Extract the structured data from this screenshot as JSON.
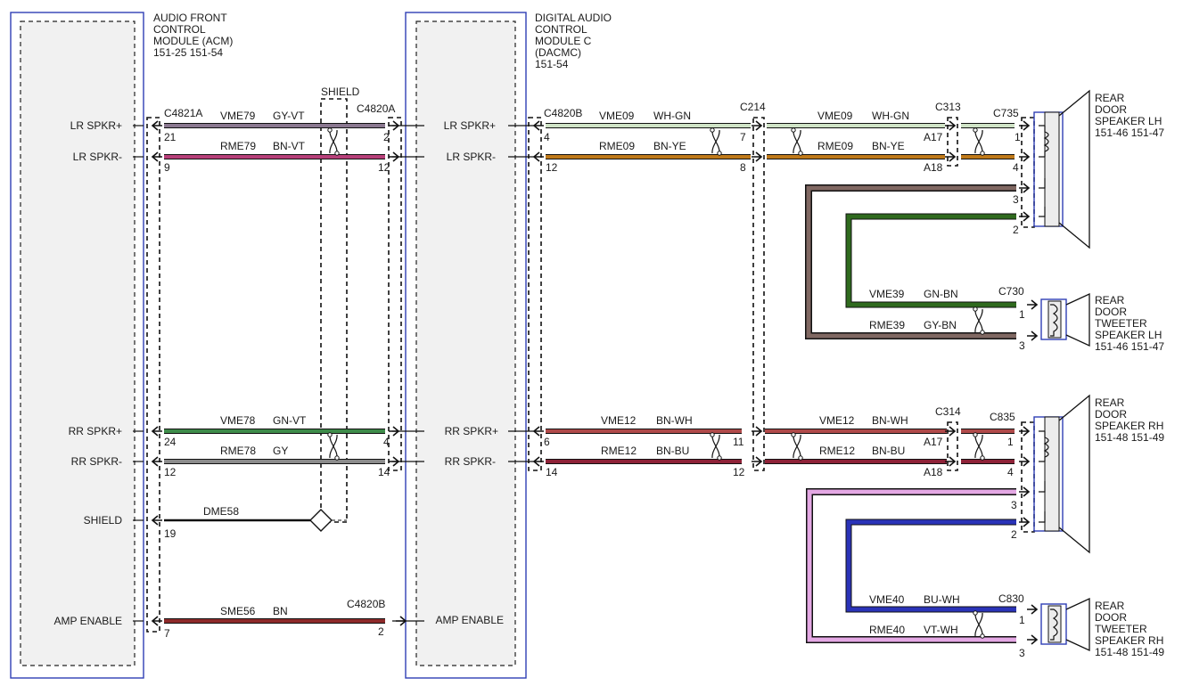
{
  "modules": {
    "acm": {
      "name_lines": [
        "AUDIO FRONT",
        "CONTROL",
        "MODULE (ACM)"
      ],
      "refs": "151-25  151-54"
    },
    "dacmc": {
      "name_lines": [
        "DIGITAL AUDIO",
        "CONTROL",
        "MODULE C",
        "(DACMC)"
      ],
      "refs": "151-54"
    }
  },
  "pins": {
    "acm": [
      "LR SPKR+",
      "LR SPKR-",
      "RR SPKR+",
      "RR SPKR-",
      "SHIELD",
      "AMP ENABLE"
    ],
    "dacmc": [
      "LR SPKR+",
      "LR SPKR-",
      "RR SPKR+",
      "RR SPKR-",
      "AMP ENABLE"
    ]
  },
  "connectors": {
    "c4821a": "C4821A",
    "c4820a": "C4820A",
    "c4820b_top": "C4820B",
    "c4820b_bottom": "C4820B",
    "c214": "C214",
    "c313": "C313",
    "c735": "C735",
    "c314": "C314",
    "c835": "C835",
    "c730": "C730",
    "c830": "C830"
  },
  "shield_label": "SHIELD",
  "left_wires": [
    {
      "circuit": "VME79",
      "color_code": "GY-VT",
      "pin_left": "21",
      "pin_right": "2"
    },
    {
      "circuit": "RME79",
      "color_code": "BN-VT",
      "pin_left": "9",
      "pin_right": "12"
    },
    {
      "circuit": "VME78",
      "color_code": "GN-VT",
      "pin_left": "24",
      "pin_right": "4"
    },
    {
      "circuit": "RME78",
      "color_code": "GY",
      "pin_left": "12",
      "pin_right": "14"
    },
    {
      "circuit": "DME58",
      "color_code": "",
      "pin_left": "19",
      "pin_right": ""
    },
    {
      "circuit": "SME56",
      "color_code": "BN",
      "pin_left": "7",
      "pin_right": "2"
    }
  ],
  "mid_wires": [
    {
      "circuit": "VME09",
      "color_code": "WH-GN",
      "pin_left": "4",
      "pin_right": "7"
    },
    {
      "circuit": "RME09",
      "color_code": "BN-YE",
      "pin_left": "12",
      "pin_right": "8"
    },
    {
      "circuit": "VME12",
      "color_code": "BN-WH",
      "pin_left": "6",
      "pin_right": "11"
    },
    {
      "circuit": "RME12",
      "color_code": "BN-BU",
      "pin_left": "14",
      "pin_right": "12"
    }
  ],
  "right_wires": [
    {
      "circuit": "VME09",
      "color_code": "WH-GN",
      "pin_a": "A17",
      "pin_spk": "1"
    },
    {
      "circuit": "RME09",
      "color_code": "BN-YE",
      "pin_a": "A18",
      "pin_spk": "4"
    },
    {
      "circuit": "VME12",
      "color_code": "BN-WH",
      "pin_a": "A17",
      "pin_spk": "1"
    },
    {
      "circuit": "RME12",
      "color_code": "BN-BU",
      "pin_a": "A18",
      "pin_spk": "4"
    }
  ],
  "speaker_pins": {
    "lh_3": "3",
    "lh_2": "2",
    "rh_3": "3",
    "rh_2": "2"
  },
  "tweeter_wires": [
    {
      "circuit": "VME39",
      "color_code": "GN-BN",
      "pin": "1"
    },
    {
      "circuit": "RME39",
      "color_code": "GY-BN",
      "pin": "3"
    },
    {
      "circuit": "VME40",
      "color_code": "BU-WH",
      "pin": "1"
    },
    {
      "circuit": "RME40",
      "color_code": "VT-WH",
      "pin": "3"
    }
  ],
  "speakers": [
    {
      "name_lines": [
        "REAR",
        "DOOR",
        "SPEAKER LH"
      ],
      "refs": "151-46  151-47"
    },
    {
      "name_lines": [
        "REAR",
        "DOOR",
        "TWEETER",
        "SPEAKER LH"
      ],
      "refs": "151-46  151-47"
    },
    {
      "name_lines": [
        "REAR",
        "DOOR",
        "SPEAKER RH"
      ],
      "refs": "151-48  151-49"
    },
    {
      "name_lines": [
        "REAR",
        "DOOR",
        "TWEETER",
        "SPEAKER RH"
      ],
      "refs": "151-48  151-49"
    }
  ],
  "wire_colors": {
    "gy_vt": "#8a7890",
    "bn_vt": "#b8407a",
    "gn_vt": "#3e8c4a",
    "gy": "#8c8c8c",
    "bn": "#8e2a2a",
    "wh_gn": "#cfe3c6",
    "bn_ye": "#c07a1a",
    "bn_wh": "#b04a4a",
    "bn_bu": "#8e2238",
    "gn_bn": "#2f6a1e",
    "gy_bn": "#806862",
    "bu_wh": "#2a33b8",
    "vt_wh": "#e4a8e4",
    "shield": "#111111",
    "module_border": "#2f3fb5"
  }
}
